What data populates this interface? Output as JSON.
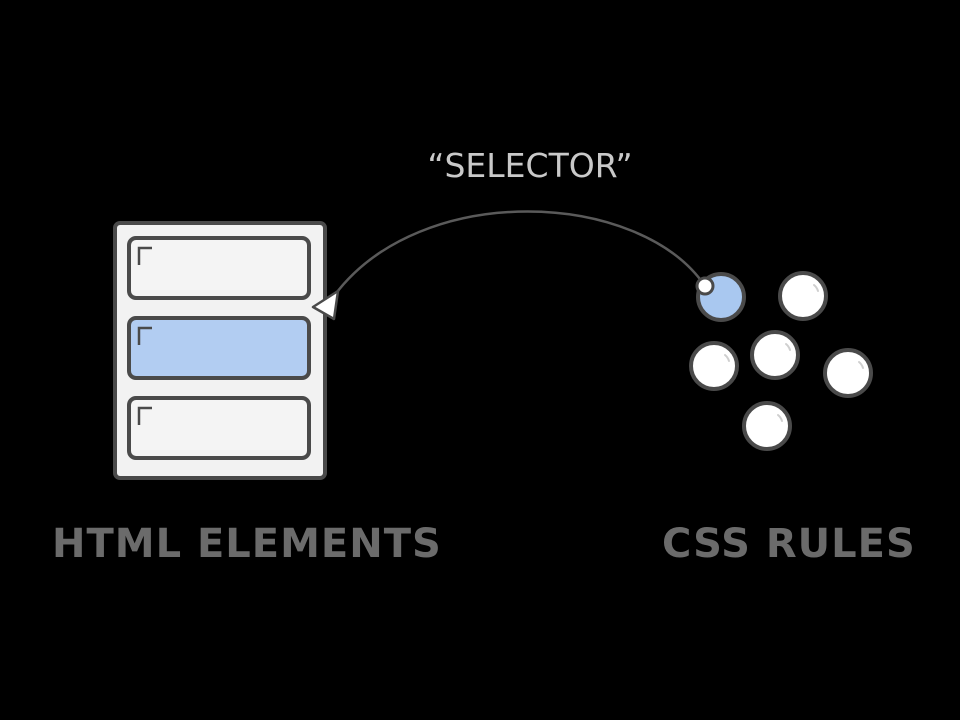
{
  "labels": {
    "selector": "“SELECTOR”",
    "html_elements": "HTML ELEMENTS",
    "css_rules": "CSS RULES"
  },
  "colors": {
    "background": "#000000",
    "outline": "#4a4a4a",
    "panel_fill": "#f2f2f2",
    "element_fill": "#f4f4f4",
    "highlight_fill": "#b2cdf2",
    "rule_fill": "#ffffff",
    "rule_highlight_fill": "#a9c8f0",
    "caption_text": "#6b6b6b",
    "selector_text": "#c9c9c9",
    "arrow": "#5a5a5a"
  },
  "html_elements": [
    {
      "state": "normal"
    },
    {
      "state": "highlighted"
    },
    {
      "state": "normal"
    }
  ],
  "css_rules": [
    {
      "state": "highlighted"
    },
    {
      "state": "normal"
    },
    {
      "state": "normal"
    },
    {
      "state": "normal"
    },
    {
      "state": "normal"
    },
    {
      "state": "normal"
    }
  ]
}
